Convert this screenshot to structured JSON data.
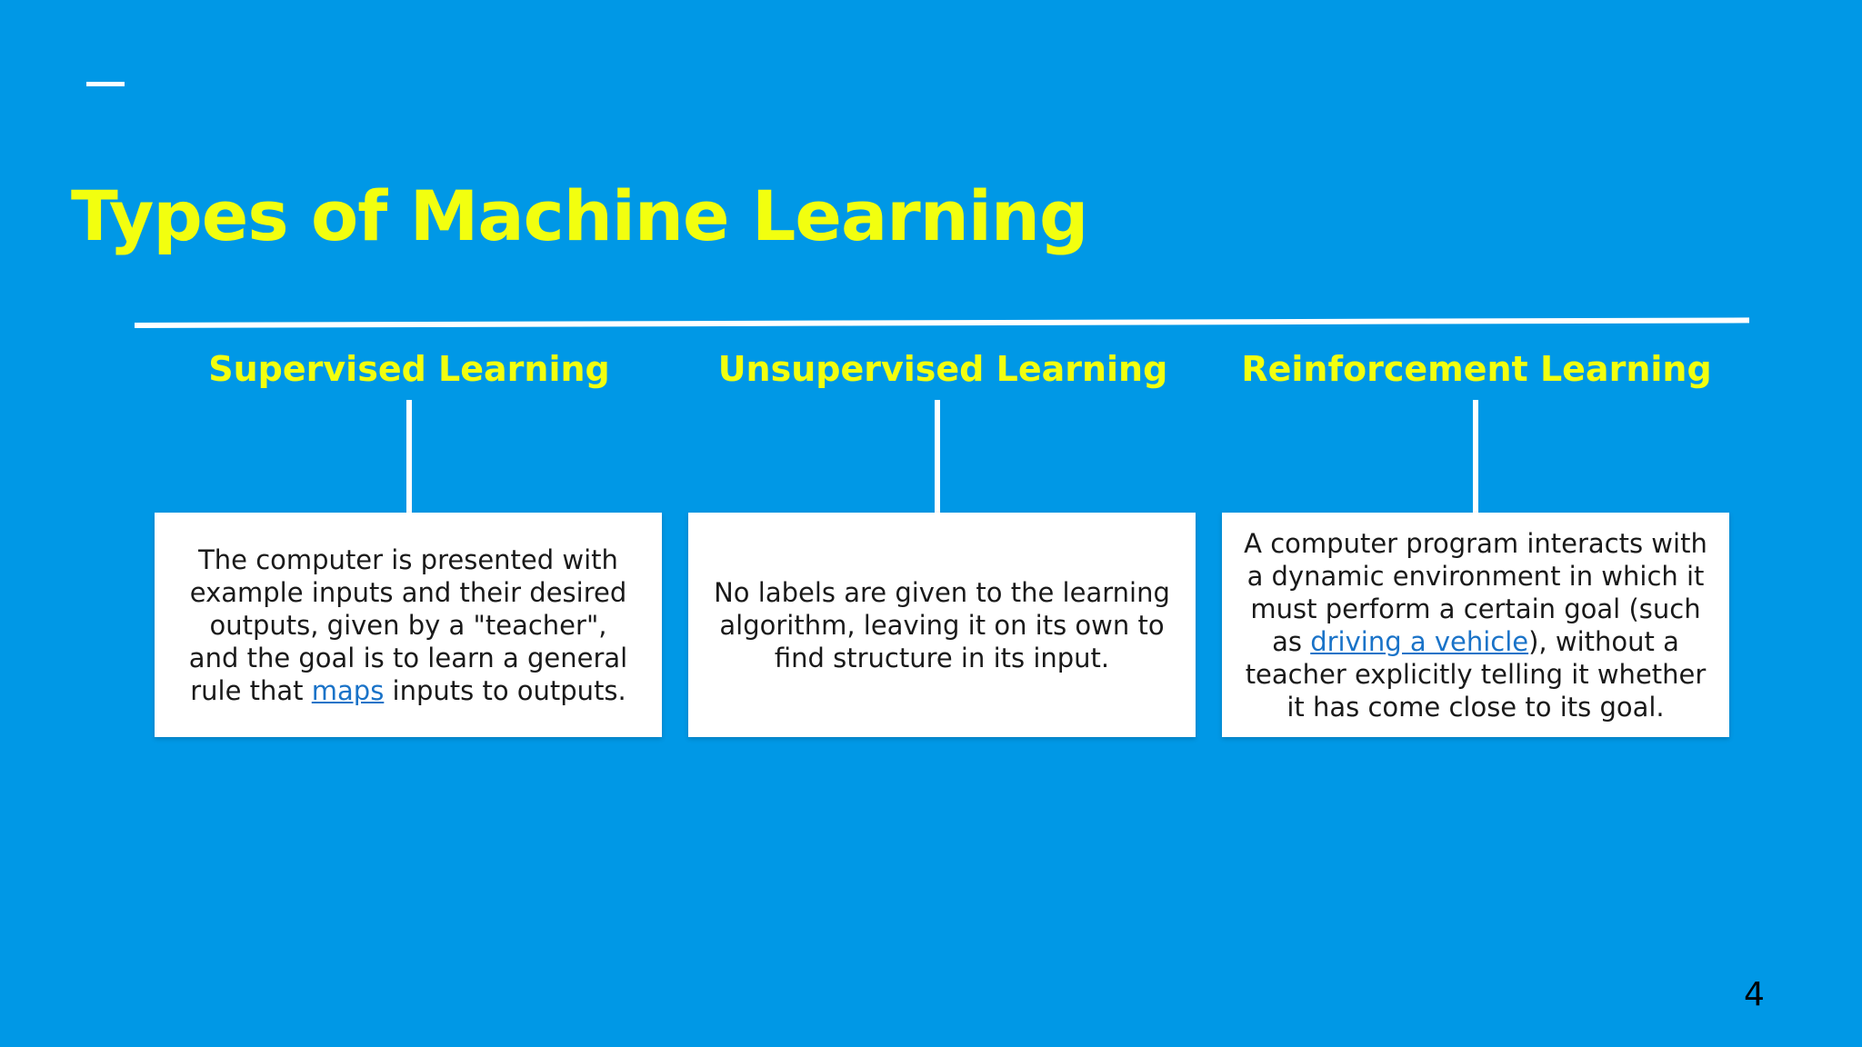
{
  "colors": {
    "background": "#0098e6",
    "title": "#f2ff0f",
    "line": "#ffffff",
    "card": "#ffffff",
    "card_text": "#1a1a1a",
    "link": "#1a73c8",
    "page_number": "#000000"
  },
  "slide": {
    "title": "Types of Machine Learning",
    "page_number": "4"
  },
  "columns": [
    {
      "title": "Supervised Learning",
      "text_before": "The computer is presented with example inputs and their desired outputs, given by a \"teacher\", and the goal is to learn a general rule that ",
      "link_text": "maps",
      "text_after": " inputs to outputs."
    },
    {
      "title": "Unsupervised Learning",
      "text_before": "No labels are given to the learning algorithm, leaving it on its own to find structure in its input.",
      "link_text": "",
      "text_after": ""
    },
    {
      "title": "Reinforcement Learning",
      "text_before": "A computer program interacts with a dynamic environment in which it must perform a certain goal (such as ",
      "link_text": "driving a vehicle",
      "text_after": "), without a teacher explicitly telling it whether it has come close to its goal."
    }
  ]
}
